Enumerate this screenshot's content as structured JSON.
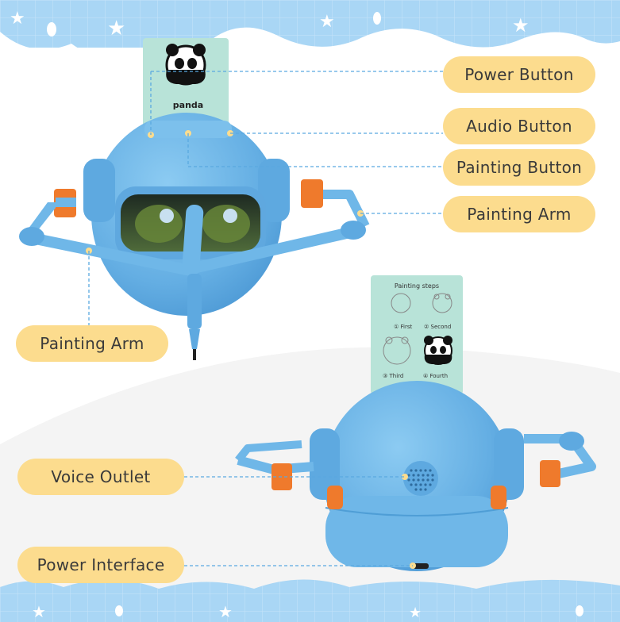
{
  "labels": {
    "power_button": "Power Button",
    "audio_button": "Audio Button",
    "painting_button": "Painting Button",
    "painting_arm_right": "Painting Arm",
    "painting_arm_left": "Painting Arm",
    "voice_outlet": "Voice Outlet",
    "power_interface": "Power Interface"
  },
  "front_card": {
    "caption": "panda"
  },
  "back_card": {
    "title": "Painting steps",
    "steps": [
      "① First",
      "② Second",
      "③ Third",
      "④ Fourth"
    ]
  },
  "colors": {
    "background": "#ffffff",
    "top_banner": "#a9d6f5",
    "cloud": "#ffffff",
    "robot_body": "#6fb7e8",
    "robot_shadow": "#4f9ed6",
    "arm_knob": "#ef7a2c",
    "visor": "#33452e",
    "card": "#b8e3d8",
    "label_pill": "#fcdc8e",
    "leader_line": "#5aa9e0"
  },
  "icons": [
    "panda-drawing-icon",
    "star-icon",
    "speaker-grill-icon",
    "usb-port-icon"
  ]
}
